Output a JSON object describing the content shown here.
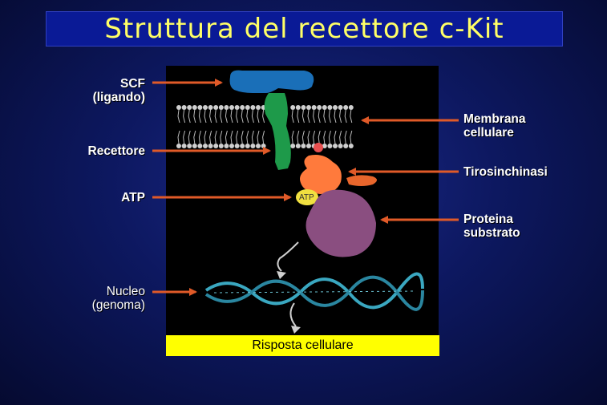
{
  "title": "Struttura del recettore c-Kit",
  "labels": {
    "scf": "SCF",
    "scf_sub": "(ligando)",
    "recettore": "Recettore",
    "atp": "ATP",
    "nucleo": "Nucleo",
    "nucleo_sub": "(genoma)",
    "membrana_1": "Membrana",
    "membrana_2": "cellulare",
    "tirosinchinasi": "Tirosinchinasi",
    "proteina_1": "Proteina",
    "proteina_2": "substrato"
  },
  "panel_atp_text": "ATP",
  "response": "Risposta cellulare",
  "colors": {
    "arrow": "#e05a28",
    "title_text": "#ffff66",
    "title_bg": "#0a1a96",
    "response_bg": "#ffff00",
    "scf": "#1a6fb8",
    "receptor": "#1e9a4a",
    "kinase": "#ff7a3c",
    "substrate": "#8a4e80",
    "dna": "#3aa7c0"
  }
}
